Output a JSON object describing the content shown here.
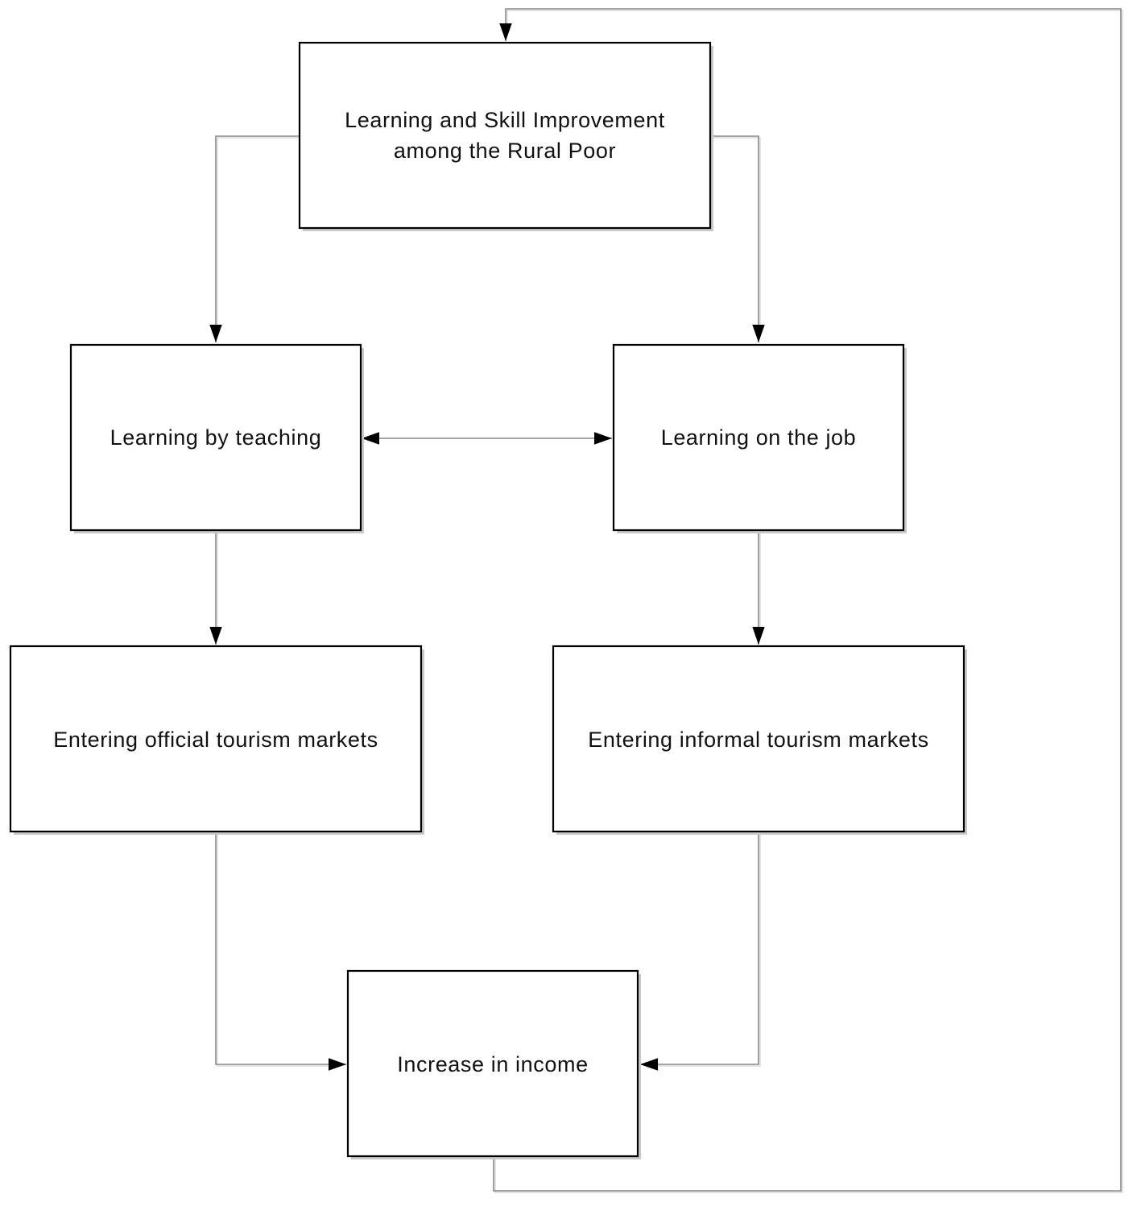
{
  "nodes": {
    "top": {
      "label_line1": "Learning and Skill Improvement",
      "label_line2": "among the Rural Poor"
    },
    "teaching": {
      "label": "Learning by teaching"
    },
    "job": {
      "label": "Learning on the job"
    },
    "official": {
      "label": "Entering official tourism markets"
    },
    "informal": {
      "label": "Entering informal tourism markets"
    },
    "income": {
      "label": "Increase in income"
    }
  },
  "colors": {
    "border": "#000000",
    "connector": "#888888",
    "arrowhead": "#000000",
    "shadow": "#c9c9c9"
  }
}
